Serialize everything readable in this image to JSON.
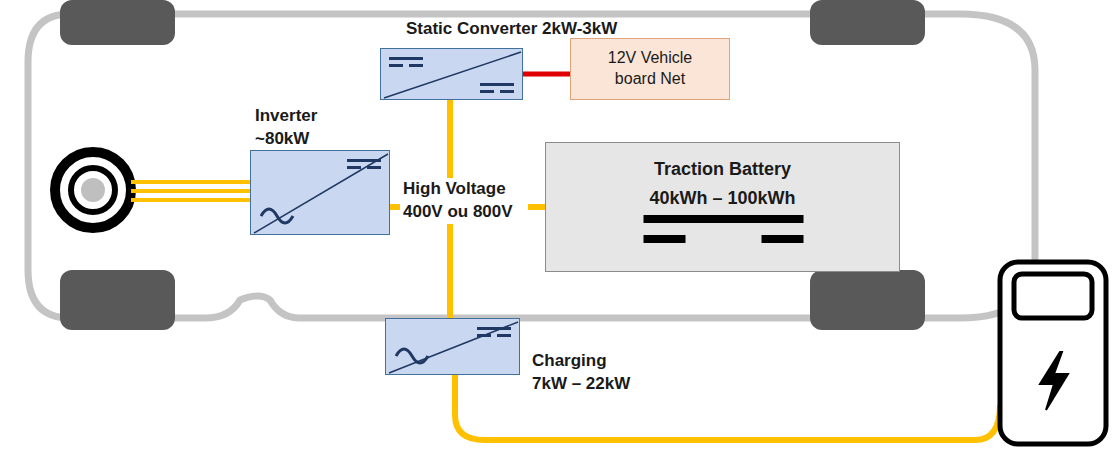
{
  "diagram": {
    "nodes": [
      {
        "text": [
          "Static Converter 2kW-3kW"
        ]
      },
      {
        "text": [
          "12V Vehicle board Net"
        ]
      },
      {
        "text": [
          "Inverter ~80kW"
        ]
      },
      {
        "text": [
          "Traction Battery 40kWh – 100kWh"
        ]
      },
      {
        "text": [
          "Charging 7kW – 22kW"
        ]
      }
    ],
    "edges": [
      {
        "from": 0,
        "to": 1,
        "arrow": "none"
      },
      {
        "from": 2,
        "to": 3,
        "arrow": "none"
      },
      {
        "from": 0,
        "to": 4,
        "arrow": "none"
      }
    ],
    "labels": [
      "High Voltage 400V ou 800V"
    ]
  }
}
